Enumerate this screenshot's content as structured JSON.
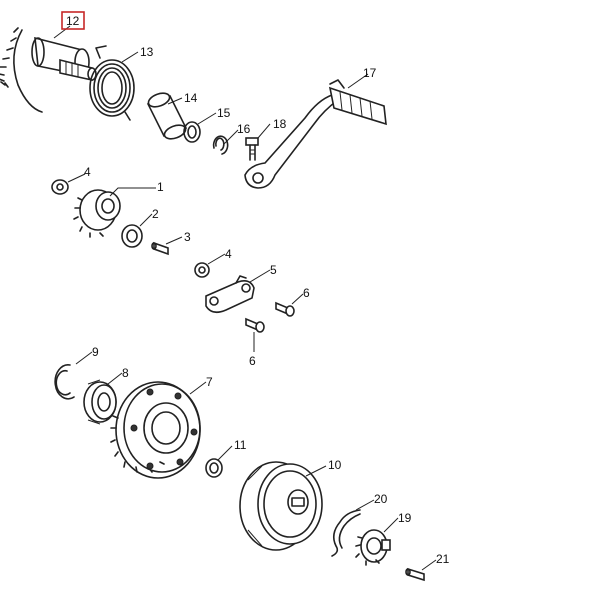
{
  "diagram": {
    "callouts": [
      {
        "id": "12",
        "label": "12",
        "highlighted": true
      },
      {
        "id": "13",
        "label": "13"
      },
      {
        "id": "14",
        "label": "14"
      },
      {
        "id": "15",
        "label": "15"
      },
      {
        "id": "16",
        "label": "16"
      },
      {
        "id": "17",
        "label": "17"
      },
      {
        "id": "18",
        "label": "18"
      },
      {
        "id": "4a",
        "label": "4"
      },
      {
        "id": "1",
        "label": "1"
      },
      {
        "id": "2",
        "label": "2"
      },
      {
        "id": "3",
        "label": "3"
      },
      {
        "id": "4b",
        "label": "4"
      },
      {
        "id": "5",
        "label": "5"
      },
      {
        "id": "6a",
        "label": "6"
      },
      {
        "id": "6b",
        "label": "6"
      },
      {
        "id": "9",
        "label": "9"
      },
      {
        "id": "8",
        "label": "8"
      },
      {
        "id": "7",
        "label": "7"
      },
      {
        "id": "11",
        "label": "11"
      },
      {
        "id": "10",
        "label": "10"
      },
      {
        "id": "20",
        "label": "20"
      },
      {
        "id": "19",
        "label": "19"
      },
      {
        "id": "21",
        "label": "21"
      }
    ],
    "highlight_color": "#c62828"
  }
}
